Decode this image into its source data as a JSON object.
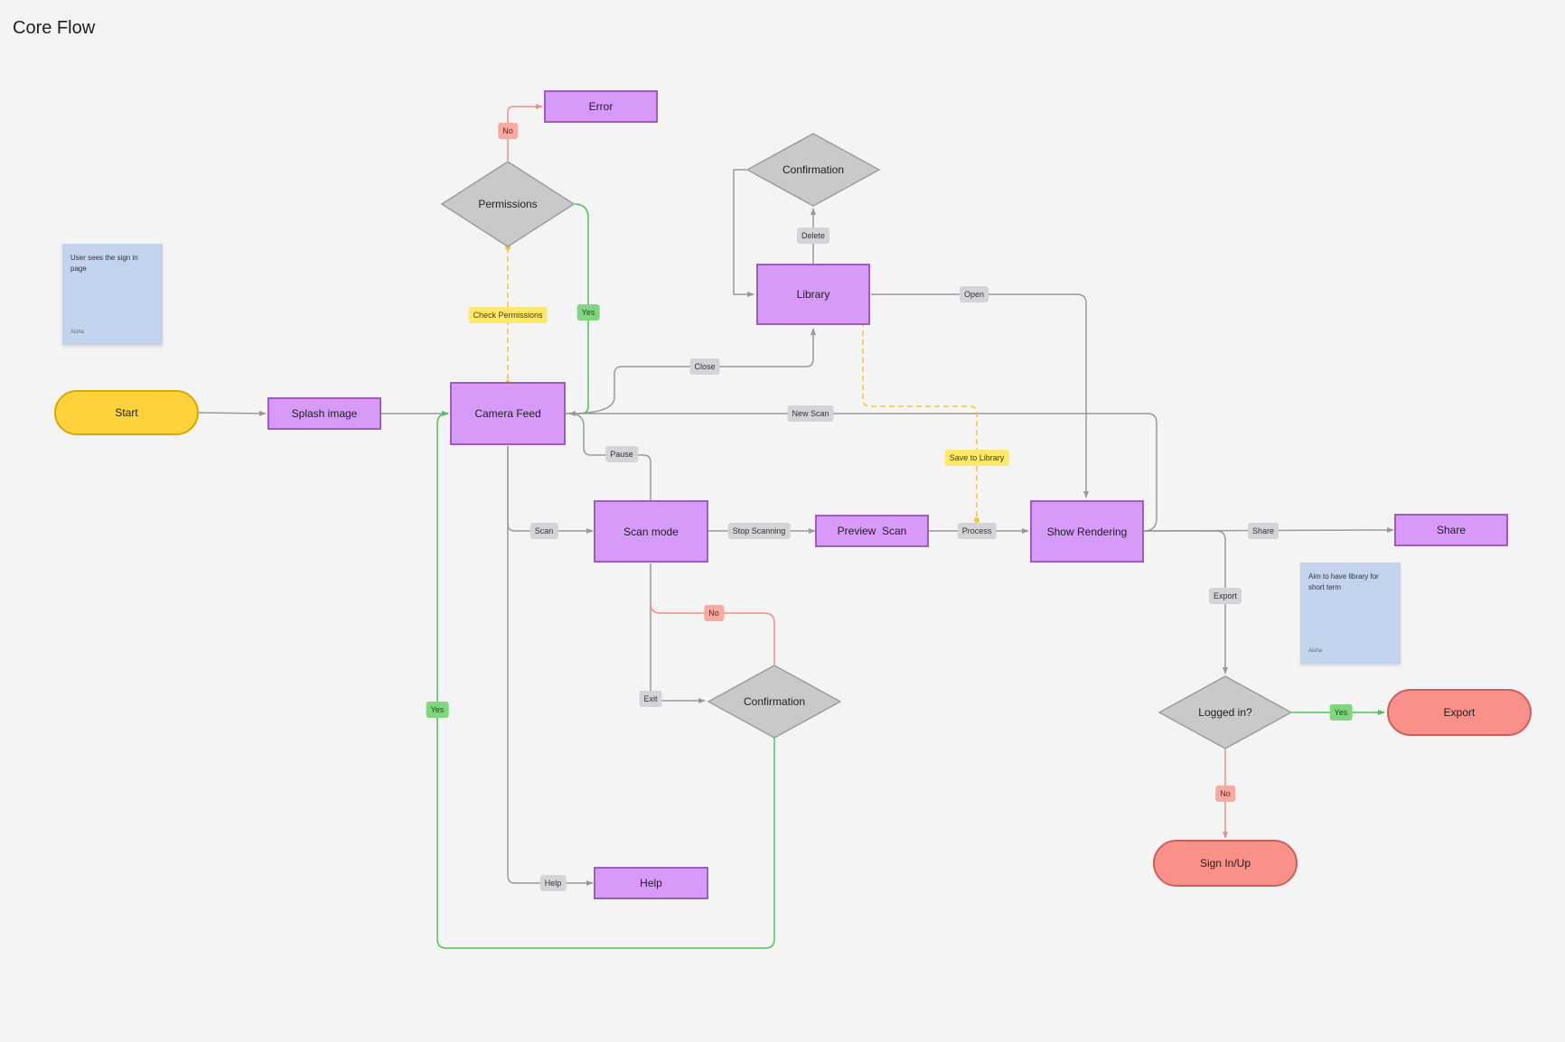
{
  "title": "Core Flow",
  "colors": {
    "process": "#d79af8",
    "terminal_start": "#ffd23c",
    "terminal_end": "#f99089",
    "decision": "#c9c9cc",
    "sticky": "#c3d3ee",
    "edge_gray": "#9a9a9a",
    "edge_green": "#4cc35a",
    "edge_red": "#f08f86",
    "edge_yellow": "#f7c531"
  },
  "nodes": {
    "start": "Start",
    "splash": "Splash image",
    "camera_feed": "Camera Feed",
    "permissions": "Permissions",
    "error": "Error",
    "library": "Library",
    "confirmation_top": "Confirmation",
    "scan_mode": "Scan mode",
    "preview_scan": "Preview  Scan",
    "show_rendering": "Show Rendering",
    "share": "Share",
    "confirmation_bottom": "Confirmation",
    "help": "Help",
    "logged_in": "Logged in?",
    "export": "Export",
    "sign_in": "Sign In/Up"
  },
  "labels": {
    "no_perm": "No",
    "yes_perm": "Yes",
    "check_permissions": "Check Permissions",
    "delete": "Delete",
    "open": "Open",
    "close": "Close",
    "new_scan": "New Scan",
    "pause": "Pause",
    "save_to_library": "Save to Library",
    "scan": "Scan",
    "stop_scanning": "Stop Scanning",
    "process": "Process",
    "share": "Share",
    "export": "Export",
    "no_confirm": "No",
    "exit": "Exit",
    "yes_confirm": "Yes",
    "help": "Help",
    "yes_login": "Yes",
    "no_login": "No"
  },
  "stickies": {
    "sign_in_note": {
      "text": "User sees the sign in page",
      "author": "Aisha"
    },
    "library_note": {
      "text": "Aim to have library for short term",
      "author": "Aisha"
    }
  }
}
